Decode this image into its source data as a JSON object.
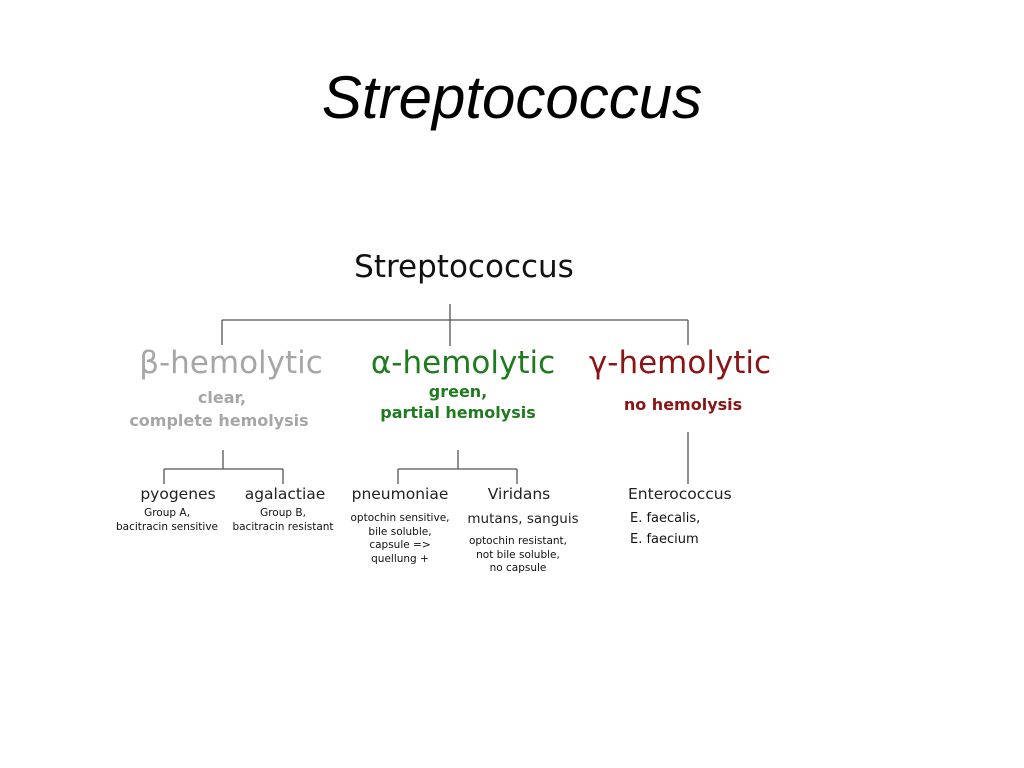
{
  "slide": {
    "title": "Streptococcus"
  },
  "colors": {
    "beta": "#a6a6a6",
    "alpha": "#1e7b1e",
    "gamma": "#8b1414",
    "line": "#555555"
  },
  "tree": {
    "root": "Streptococcus",
    "beta": {
      "label": "β-hemolytic",
      "desc_line1": "clear,",
      "desc_line2": "complete hemolysis",
      "species": [
        {
          "name": "pyogenes",
          "notes": [
            "Group A,",
            "bacitracin sensitive"
          ]
        },
        {
          "name": "agalactiae",
          "notes": [
            "Group B,",
            "bacitracin resistant"
          ]
        }
      ]
    },
    "alpha": {
      "label": "α-hemolytic",
      "desc_line1": "green,",
      "desc_line2": "partial hemolysis",
      "species": [
        {
          "name": "pneumoniae",
          "notes": [
            "optochin sensitive,",
            "bile soluble,",
            "capsule =>",
            "quellung +"
          ]
        },
        {
          "name": "Viridans",
          "subtitle": "mutans, sanguis",
          "notes": [
            "optochin resistant,",
            "not bile soluble,",
            "no capsule"
          ]
        }
      ]
    },
    "gamma": {
      "label": "γ-hemolytic",
      "desc_line1": "no hemolysis",
      "species": [
        {
          "name": "Enterococcus",
          "notes": [
            "E. faecalis,",
            "E. faecium"
          ]
        }
      ]
    }
  }
}
